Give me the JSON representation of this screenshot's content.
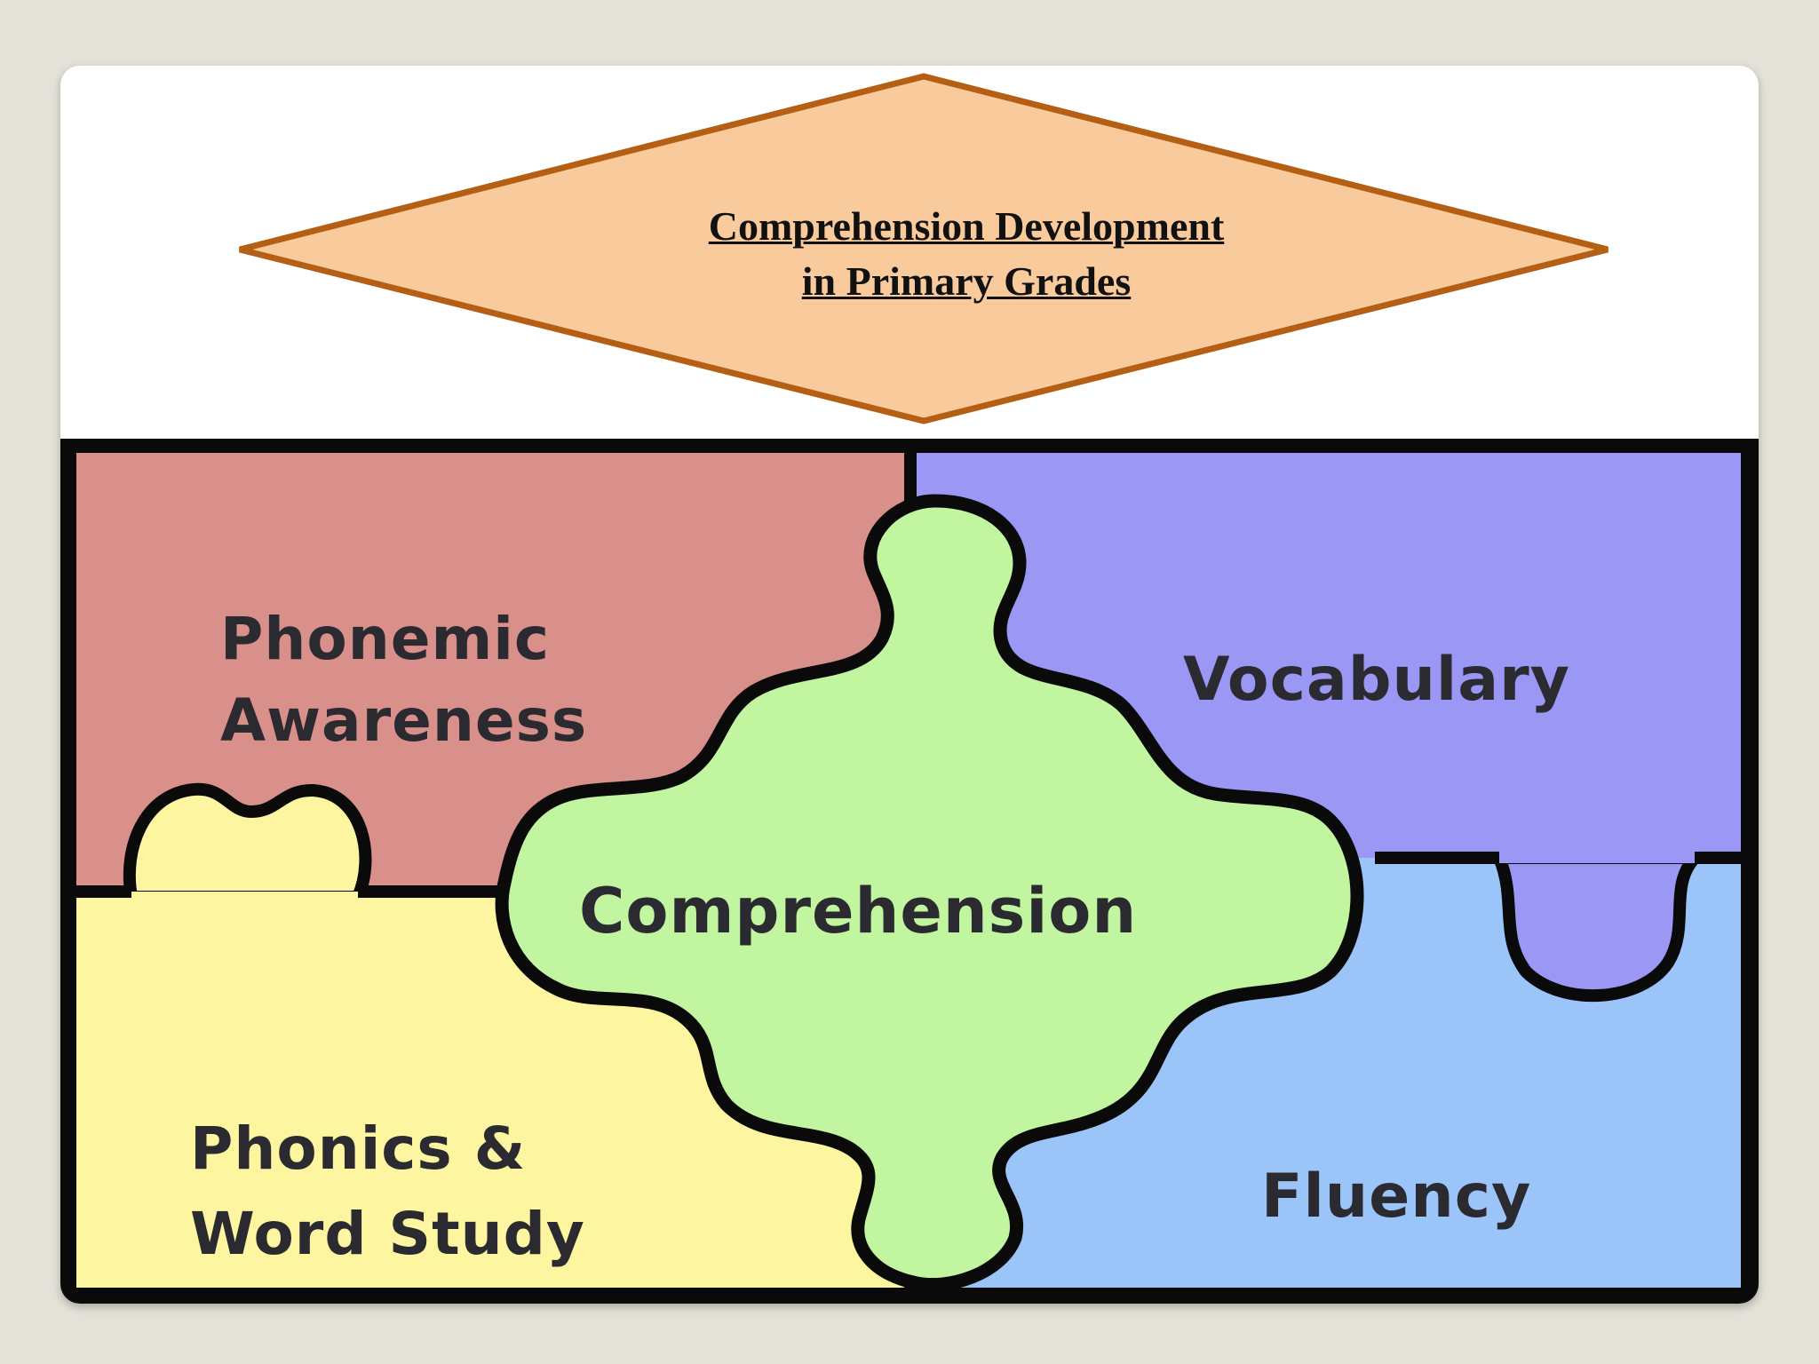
{
  "title": {
    "line1": "Comprehension  Development",
    "line2": "in  Primary  Grades"
  },
  "puzzle": {
    "pieces": [
      {
        "label_lines": [
          "Phonemic",
          "Awareness"
        ],
        "color": "#d98f8a"
      },
      {
        "label_lines": [
          "Vocabulary"
        ],
        "color": "#9b97f5"
      },
      {
        "label_lines": [
          "Phonics &",
          "Word  Study"
        ],
        "color": "#fdf5a0"
      },
      {
        "label_lines": [
          "Fluency"
        ],
        "color": "#9bc5f8"
      },
      {
        "label_lines": [
          "Comprehension"
        ],
        "color": "#c2f5a0"
      }
    ]
  },
  "colors": {
    "diamond_fill": "#f9cb9c",
    "diamond_stroke": "#b45f13",
    "outline": "#0a0a0a",
    "background": "#e4e1d8"
  }
}
